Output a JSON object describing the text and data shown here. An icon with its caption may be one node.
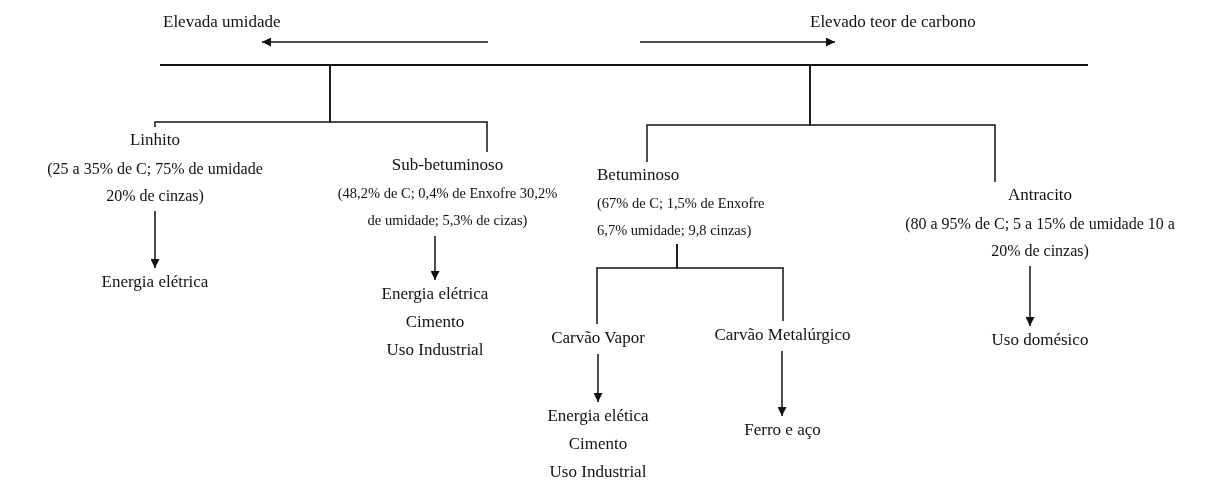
{
  "diagram": {
    "nodes": [
      {
        "text": [],
        "shape": "bar"
      },
      {
        "text": [
          "Linhito",
          "(25 a 35% de C; 75% de umidade 20% de cinzas)"
        ]
      },
      {
        "text": [
          "Energia elétrica"
        ]
      },
      {
        "text": [
          "Sub-betuminoso",
          "(48,2% de C; 0,4% de Enxofre 30,2% de umidade; 5,3% de cizas)"
        ]
      },
      {
        "text": [
          "Energia elétrica",
          "Cimento",
          "Uso Industrial"
        ]
      },
      {
        "text": [
          "Betuminoso",
          "(67% de C; 1,5% de Enxofre 6,7% umidade; 9,8 cinzas)"
        ]
      },
      {
        "text": [
          "Carvão Vapor"
        ]
      },
      {
        "text": [
          "Energia elética",
          "Cimento",
          "Uso Industrial"
        ]
      },
      {
        "text": [
          "Carvão Metalúrgico"
        ]
      },
      {
        "text": [
          "Ferro e aço"
        ]
      },
      {
        "text": [
          "Antracito",
          "(80 a 95% de C; 5 a 15% de umidade 10 a 20% de cinzas)"
        ]
      },
      {
        "text": [
          "Uso domésico"
        ]
      }
    ],
    "edges": [
      {
        "from": 0,
        "to": 1,
        "arrow": "none"
      },
      {
        "from": 0,
        "to": 3,
        "arrow": "none"
      },
      {
        "from": 0,
        "to": 5,
        "arrow": "none"
      },
      {
        "from": 0,
        "to": 10,
        "arrow": "none"
      },
      {
        "from": 1,
        "to": 2,
        "arrow": "to"
      },
      {
        "from": 3,
        "to": 4,
        "arrow": "to"
      },
      {
        "from": 5,
        "to": 6,
        "arrow": "none"
      },
      {
        "from": 5,
        "to": 8,
        "arrow": "none"
      },
      {
        "from": 6,
        "to": 7,
        "arrow": "to"
      },
      {
        "from": 8,
        "to": 9,
        "arrow": "to"
      },
      {
        "from": 10,
        "to": 11,
        "arrow": "to"
      }
    ],
    "labels": [
      "Elevada umidade",
      "Elevado teor de carbono"
    ]
  }
}
